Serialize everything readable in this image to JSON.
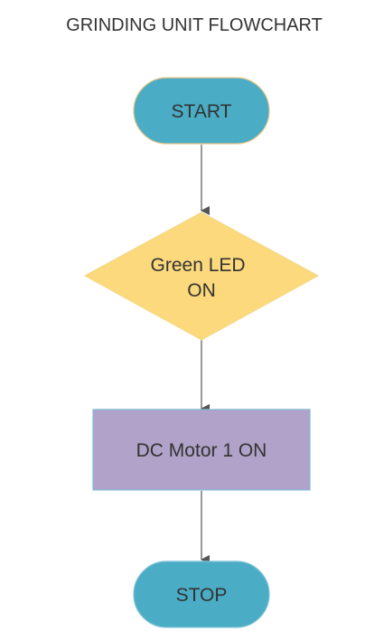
{
  "title": "GRINDING UNIT FLOWCHART",
  "nodes": {
    "start": {
      "label": "START",
      "fill": "#4AACC5",
      "stroke": "#E3C68A"
    },
    "decision": {
      "label_line1": "Green LED",
      "label_line2": "ON",
      "fill": "#FBD97C",
      "stroke": "#F5D98A"
    },
    "process": {
      "label": "DC Motor 1 ON",
      "fill": "#B0A2C8",
      "stroke": "#7FB8D8"
    },
    "stop": {
      "label": "STOP",
      "fill": "#4AACC5",
      "stroke": "#7FC3D6"
    }
  },
  "connector_color": "#555555"
}
